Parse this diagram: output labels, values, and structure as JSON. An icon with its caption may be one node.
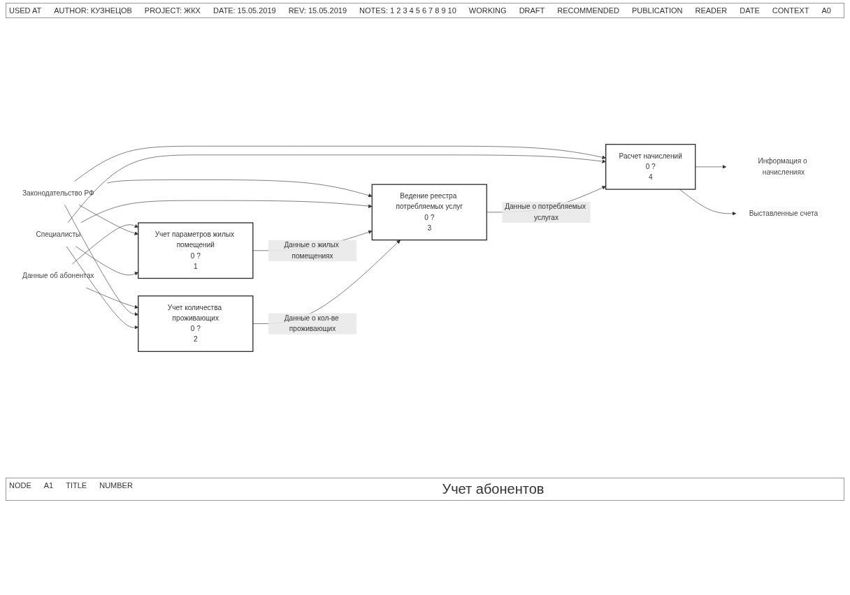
{
  "diagram": {
    "title": "Учет абонентов",
    "nodes": [
      {
        "text": [
          "Законодательство РФ"
        ]
      },
      {
        "text": [
          "Данные об абонентах"
        ]
      },
      {
        "text": [
          "Учет параметров жилых помещений",
          "0 ?",
          "1"
        ]
      },
      {
        "text": [
          "Учет количества проживающих",
          "0 ?",
          "2"
        ]
      },
      {
        "text": [
          "Ведение реестра потребляемых услуг",
          "0 ?",
          "3"
        ]
      },
      {
        "text": [
          "Расчет начислений",
          "0 ?",
          "4"
        ]
      },
      {
        "text": [
          "Информация о начислениях"
        ]
      },
      {
        "text": [
          "Выставленные счета"
        ]
      },
      {
        "text": [
          "Специалисты"
        ]
      }
    ],
    "edges": [
      {
        "from": 1,
        "to": 2,
        "arrow": "to"
      },
      {
        "from": 1,
        "to": 3,
        "arrow": "to"
      },
      {
        "from": 0,
        "to": 2,
        "arrow": "to"
      },
      {
        "from": 0,
        "to": 3,
        "arrow": "to"
      },
      {
        "from": 0,
        "to": 4,
        "arrow": "to"
      },
      {
        "from": 0,
        "to": 5,
        "arrow": "to"
      },
      {
        "from": 8,
        "to": 2,
        "arrow": "to"
      },
      {
        "from": 8,
        "to": 3,
        "arrow": "to"
      },
      {
        "from": 8,
        "to": 4,
        "arrow": "to"
      },
      {
        "from": 8,
        "to": 5,
        "arrow": "to"
      },
      {
        "from": 2,
        "to": 4,
        "arrow": "to",
        "label": "Данные о жилых помещениях"
      },
      {
        "from": 3,
        "to": 4,
        "arrow": "to",
        "label": "Данные о кол-ве проживающих"
      },
      {
        "from": 4,
        "to": 5,
        "arrow": "to",
        "label": "Данные о потребляемых услугах"
      },
      {
        "from": 5,
        "to": 6,
        "arrow": "to"
      },
      {
        "from": 5,
        "to": 7,
        "arrow": "to"
      }
    ],
    "labels": [
      "USED AT",
      "AUTHOR: КУЗНЕЦОВ",
      "PROJECT: ЖКХ",
      "DATE: 15.05.2019",
      "REV: 15.05.2019",
      "NOTES: 1 2 3 4 5 6 7 8 9 10",
      "WORKING",
      "DRAFT",
      "RECOMMENDED",
      "PUBLICATION",
      "READER",
      "DATE",
      "CONTEXT",
      "A0",
      "NODE",
      "A1",
      "TITLE",
      "NUMBER"
    ]
  }
}
